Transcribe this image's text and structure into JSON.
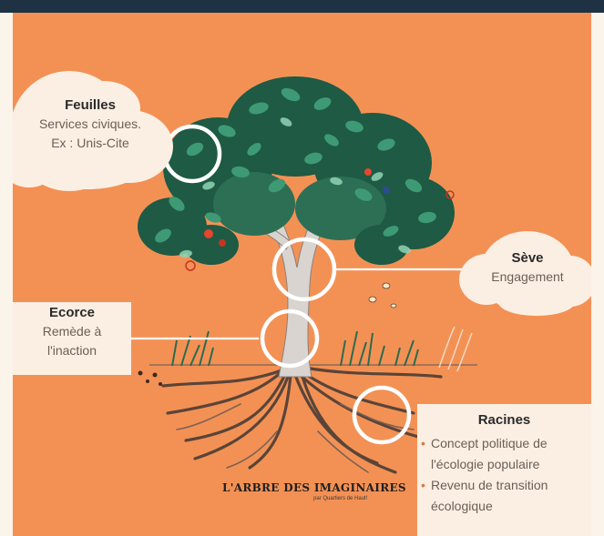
{
  "labels": {
    "feuilles": {
      "title": "Feuilles",
      "lines": [
        "Services civiques.",
        "Ex : Unis-Cite"
      ]
    },
    "seve": {
      "title": "Sève",
      "lines": [
        "Engagement"
      ]
    },
    "ecorce": {
      "title": "Ecorce",
      "lines": [
        "Remède à",
        "l'inaction"
      ]
    },
    "racines": {
      "title": "Racines",
      "items": [
        "Concept politique de l'écologie populaire",
        "Revenu de transition écologique"
      ]
    }
  },
  "brand": {
    "name": "L'ARBRE DES IMAGINAIRES",
    "subtitle": "par Quartiers de Haut!"
  },
  "colors": {
    "background": "#f39155",
    "cloud": "#fbefe3",
    "foliage_dark": "#1e5a44",
    "foliage_light": "#3e9a74",
    "trunk": "#d9d4cf",
    "root": "#5a4438",
    "callout": "#ffffff",
    "topbar": "#1f3243"
  }
}
